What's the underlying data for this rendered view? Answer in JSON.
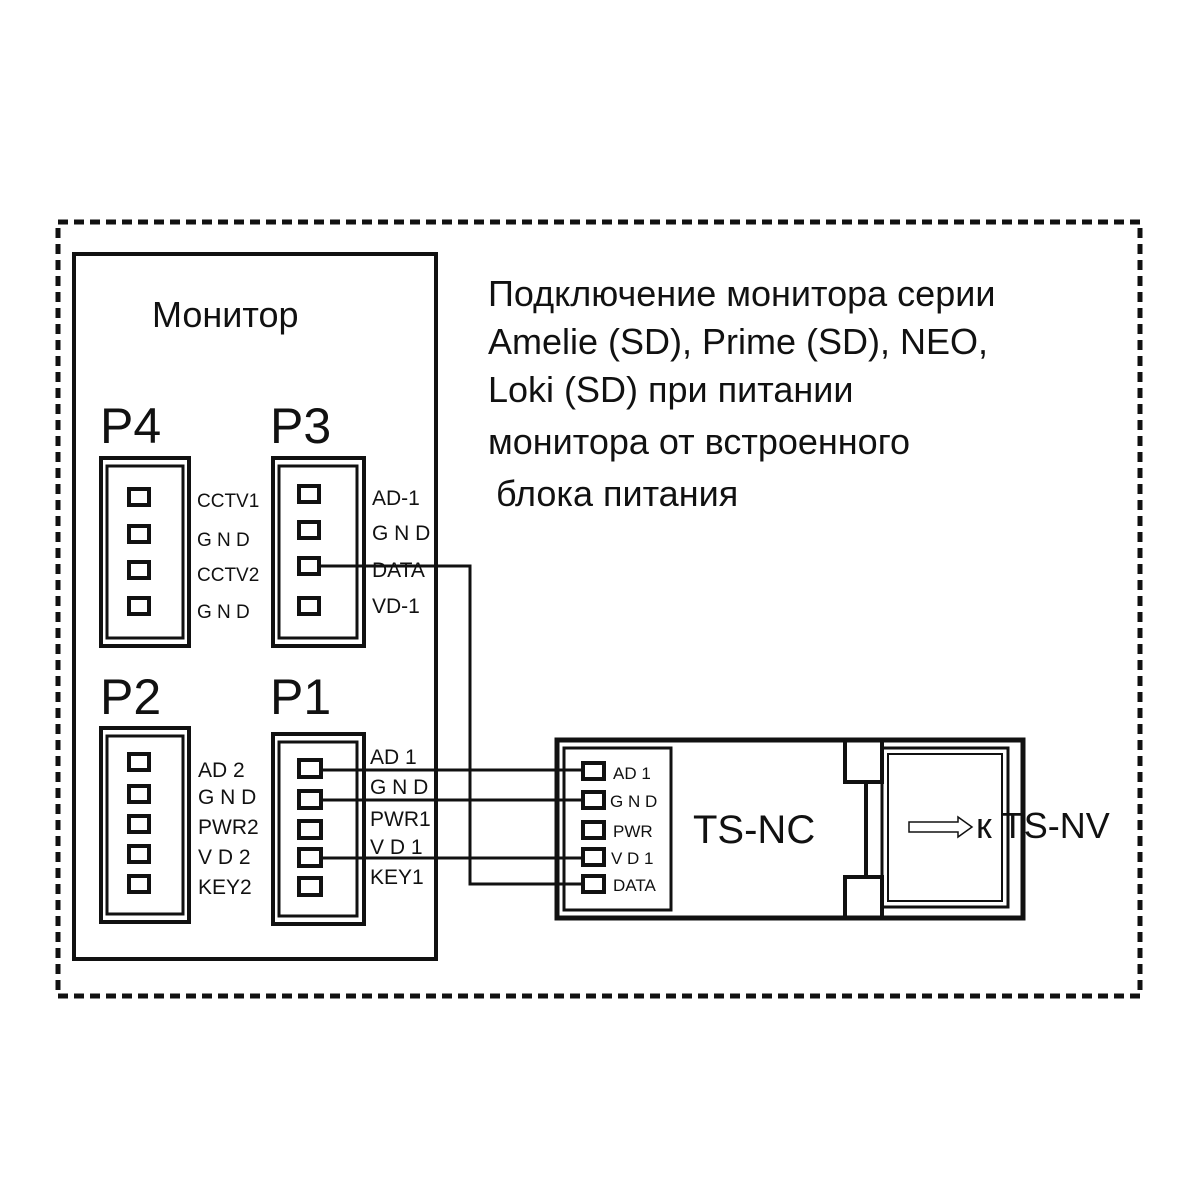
{
  "title_lines": [
    "Подключение монитора серии",
    "Amelie (SD), Prime (SD), NEO,",
    "Loki (SD) при питании",
    "монитора от встроенного",
    "блока питания"
  ],
  "monitor": {
    "label": "Монитор",
    "connectors": {
      "p4": {
        "name": "P4",
        "pins": [
          "CCTV1",
          "G N D",
          "CCTV2",
          "G N D"
        ]
      },
      "p3": {
        "name": "P3",
        "pins": [
          "AD-1",
          "G N D",
          "DATA",
          "VD-1"
        ]
      },
      "p2": {
        "name": "P2",
        "pins": [
          "AD 2",
          "G N D",
          "PWR2",
          "V D 2",
          "KEY2"
        ]
      },
      "p1": {
        "name": "P1",
        "pins": [
          "AD 1",
          "G N D",
          "PWR1",
          "V D 1",
          "KEY1"
        ]
      }
    }
  },
  "ts_nc": {
    "label": "TS-NC",
    "pins": [
      "AD 1",
      "G N D",
      "PWR",
      "V D 1",
      "DATA"
    ]
  },
  "arrow_label": "к TS-NV",
  "connections": [
    {
      "from": "P3.DATA",
      "to": "TS-NC.DATA"
    },
    {
      "from": "P1.AD 1",
      "to": "TS-NC.AD 1"
    },
    {
      "from": "P1.G N D",
      "to": "TS-NC.G N D"
    },
    {
      "from": "P1.V D 1",
      "to": "TS-NC.V D 1"
    }
  ]
}
